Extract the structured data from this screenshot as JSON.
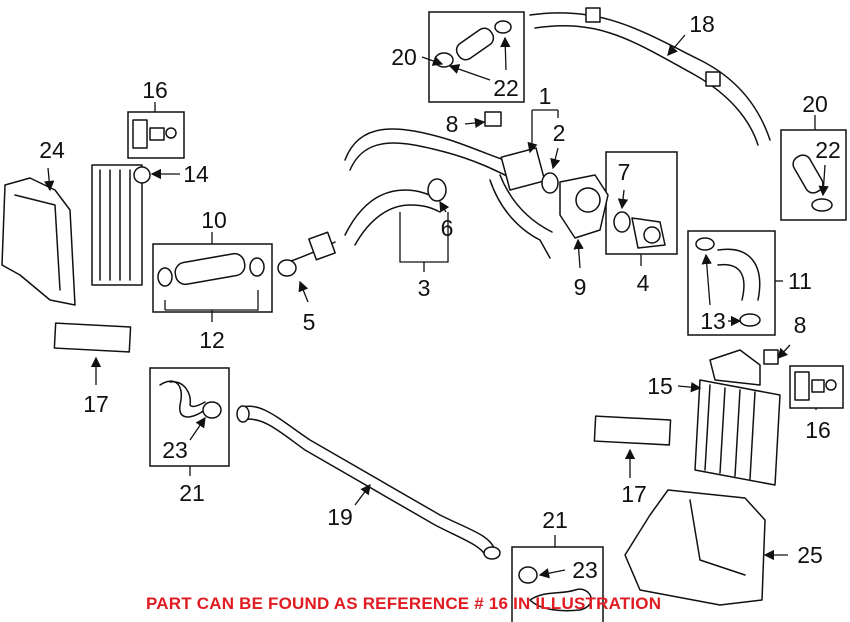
{
  "diagram": {
    "callouts": [
      "20",
      "22",
      "18",
      "1",
      "2",
      "8",
      "16",
      "24",
      "14",
      "10",
      "7",
      "20",
      "22",
      "6",
      "3",
      "9",
      "4",
      "11",
      "13",
      "8",
      "12",
      "5",
      "17",
      "15",
      "16",
      "23",
      "21",
      "19",
      "17",
      "21",
      "23",
      "25"
    ],
    "note": "PART CAN BE FOUND AS REFERENCE # 16 IN ILLUSTRATION",
    "note_color": "#e01b22"
  }
}
